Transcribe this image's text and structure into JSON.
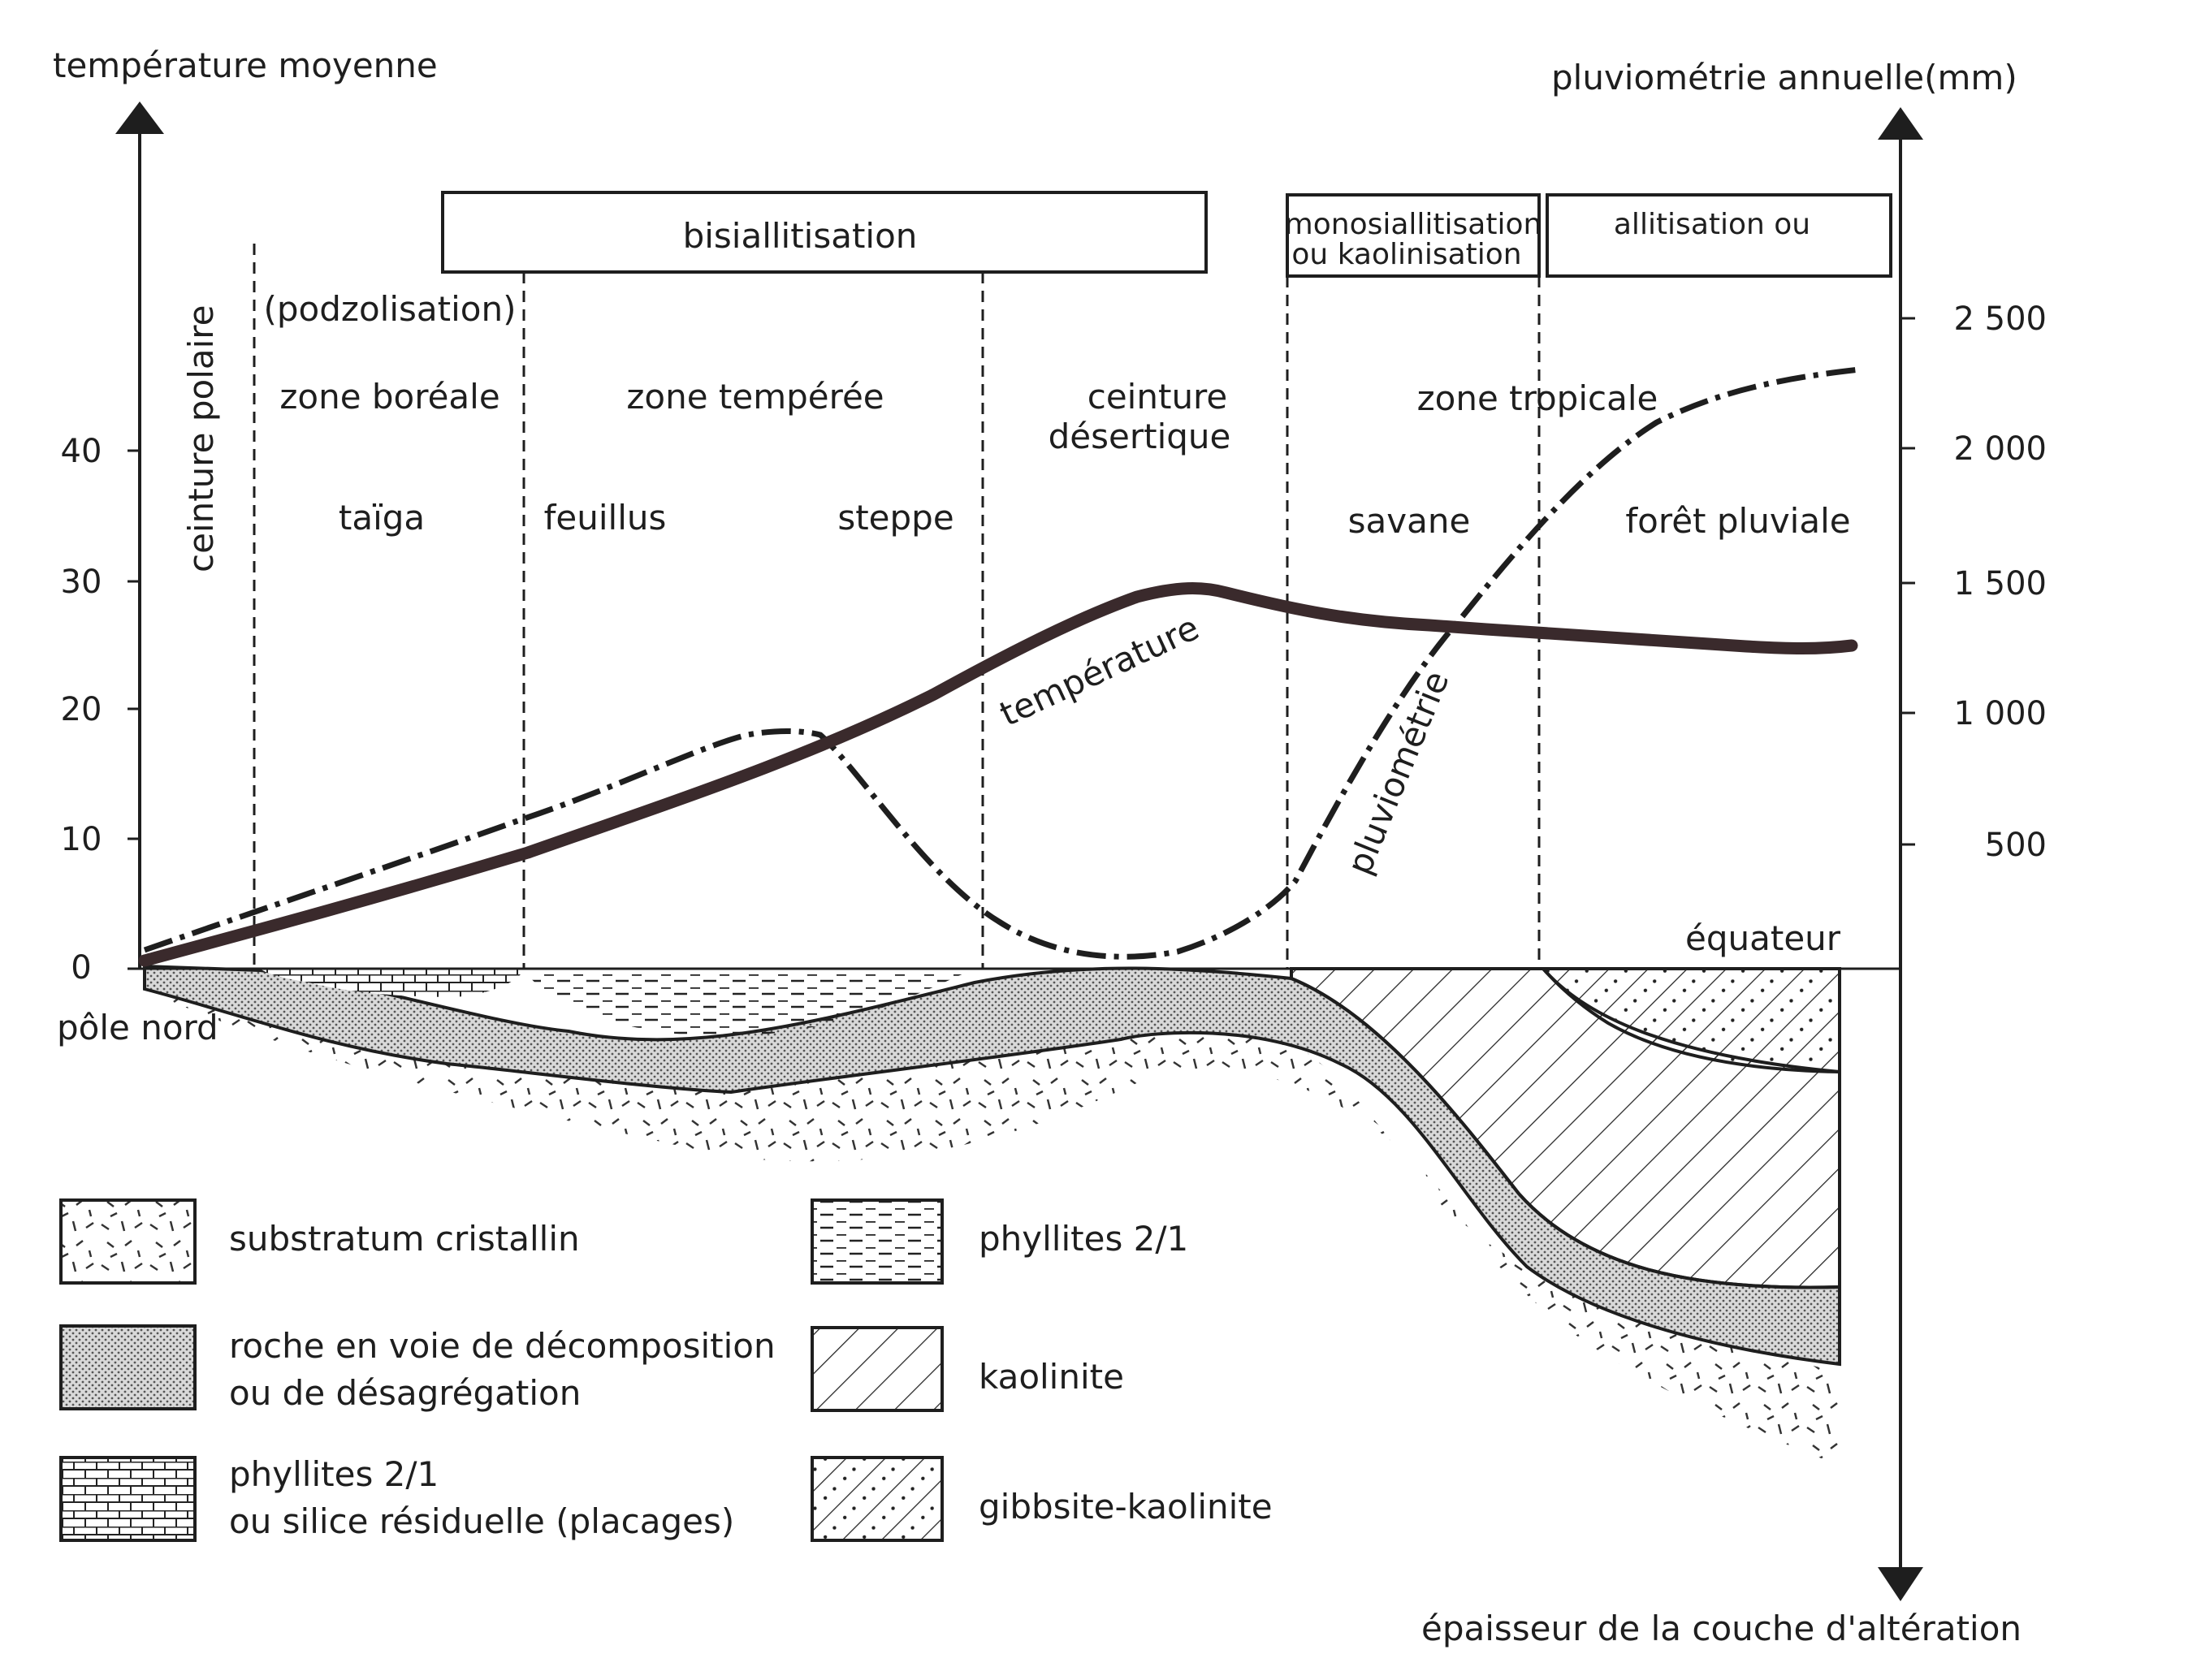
{
  "axes": {
    "left_title": "température moyenne",
    "right_title": "pluviométrie annuelle(mm)",
    "bottom_title": "épaisseur de la couche d'altération",
    "left_ticks": [
      "0",
      "10",
      "20",
      "30",
      "40"
    ],
    "right_ticks": [
      "500",
      "1 000",
      "1 500",
      "2 000",
      "2 500"
    ],
    "origin_label": "pôle nord",
    "equator_label": "équateur"
  },
  "processes": {
    "bisiallitisation": "bisiallitisation",
    "podzolisation": "(podzolisation)",
    "mono_line1": "monosiallitisation",
    "mono_line2": "ou kaolinisation",
    "allitisation": "allitisation ou"
  },
  "zones": {
    "polar": "ceinture polaire",
    "boreal": "zone boréale",
    "temperate": "zone tempérée",
    "desert_line1": "ceinture",
    "desert_line2": "désertique",
    "tropical": "zone tropicale"
  },
  "vegetation": {
    "taiga": "taïga",
    "feuillus": "feuillus",
    "steppe": "steppe",
    "savane": "savane",
    "foret": "forêt pluviale"
  },
  "curves": {
    "temperature": "température",
    "pluviometrie": "pluviométrie"
  },
  "legend": [
    {
      "lines": [
        "substratum cristallin"
      ],
      "pattern": "crystalline"
    },
    {
      "lines": [
        "roche en voie de décomposition",
        "ou de désagrégation"
      ],
      "pattern": "stipple"
    },
    {
      "lines": [
        "phyllites 2/1",
        "ou silice résiduelle (placages)"
      ],
      "pattern": "brick"
    },
    {
      "lines": [
        "phyllites 2/1"
      ],
      "pattern": "dashes"
    },
    {
      "lines": [
        "kaolinite"
      ],
      "pattern": "hatch"
    },
    {
      "lines": [
        "gibbsite-kaolinite"
      ],
      "pattern": "hatchdots"
    }
  ],
  "colors": {
    "ink": "#1e1e1e",
    "temperature_line": "#3a2a2c",
    "stipple_fill": "#bdbdbd"
  }
}
